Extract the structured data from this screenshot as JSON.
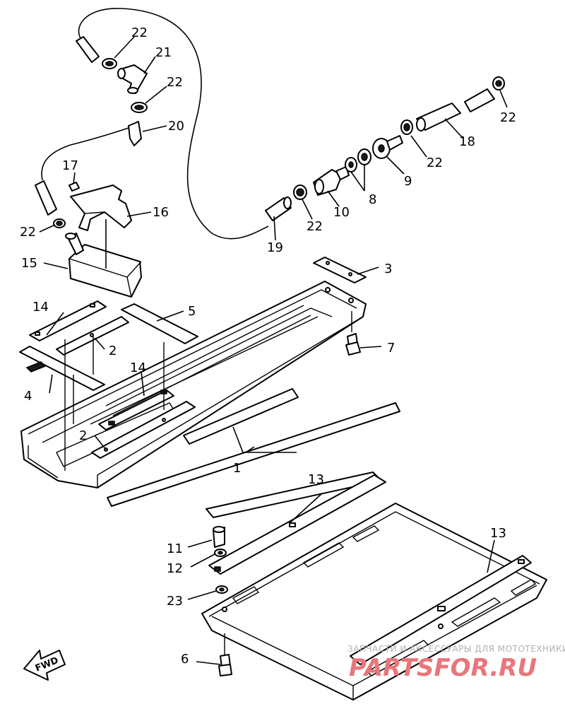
{
  "callouts": {
    "c1": "1",
    "c2a": "2",
    "c2b": "2",
    "c3": "3",
    "c4": "4",
    "c5": "5",
    "c6": "6",
    "c7": "7",
    "c8": "8",
    "c9": "9",
    "c10": "10",
    "c11": "11",
    "c12": "12",
    "c13a": "13",
    "c13b": "13",
    "c14a": "14",
    "c14b": "14",
    "c15": "15",
    "c16": "16",
    "c17": "17",
    "c18": "18",
    "c19": "19",
    "c20": "20",
    "c21": "21",
    "c22a": "22",
    "c22b": "22",
    "c22c": "22",
    "c22d": "22",
    "c22e": "22",
    "c22f": "22",
    "c23": "23"
  },
  "fwd_label": "FWD",
  "watermark": {
    "caption": "ЗАПЧАСТИ И АКСЕССУАРЫ ДЛЯ МОТОТЕХНИКИ",
    "logo": "PARTSFOR.RU"
  }
}
